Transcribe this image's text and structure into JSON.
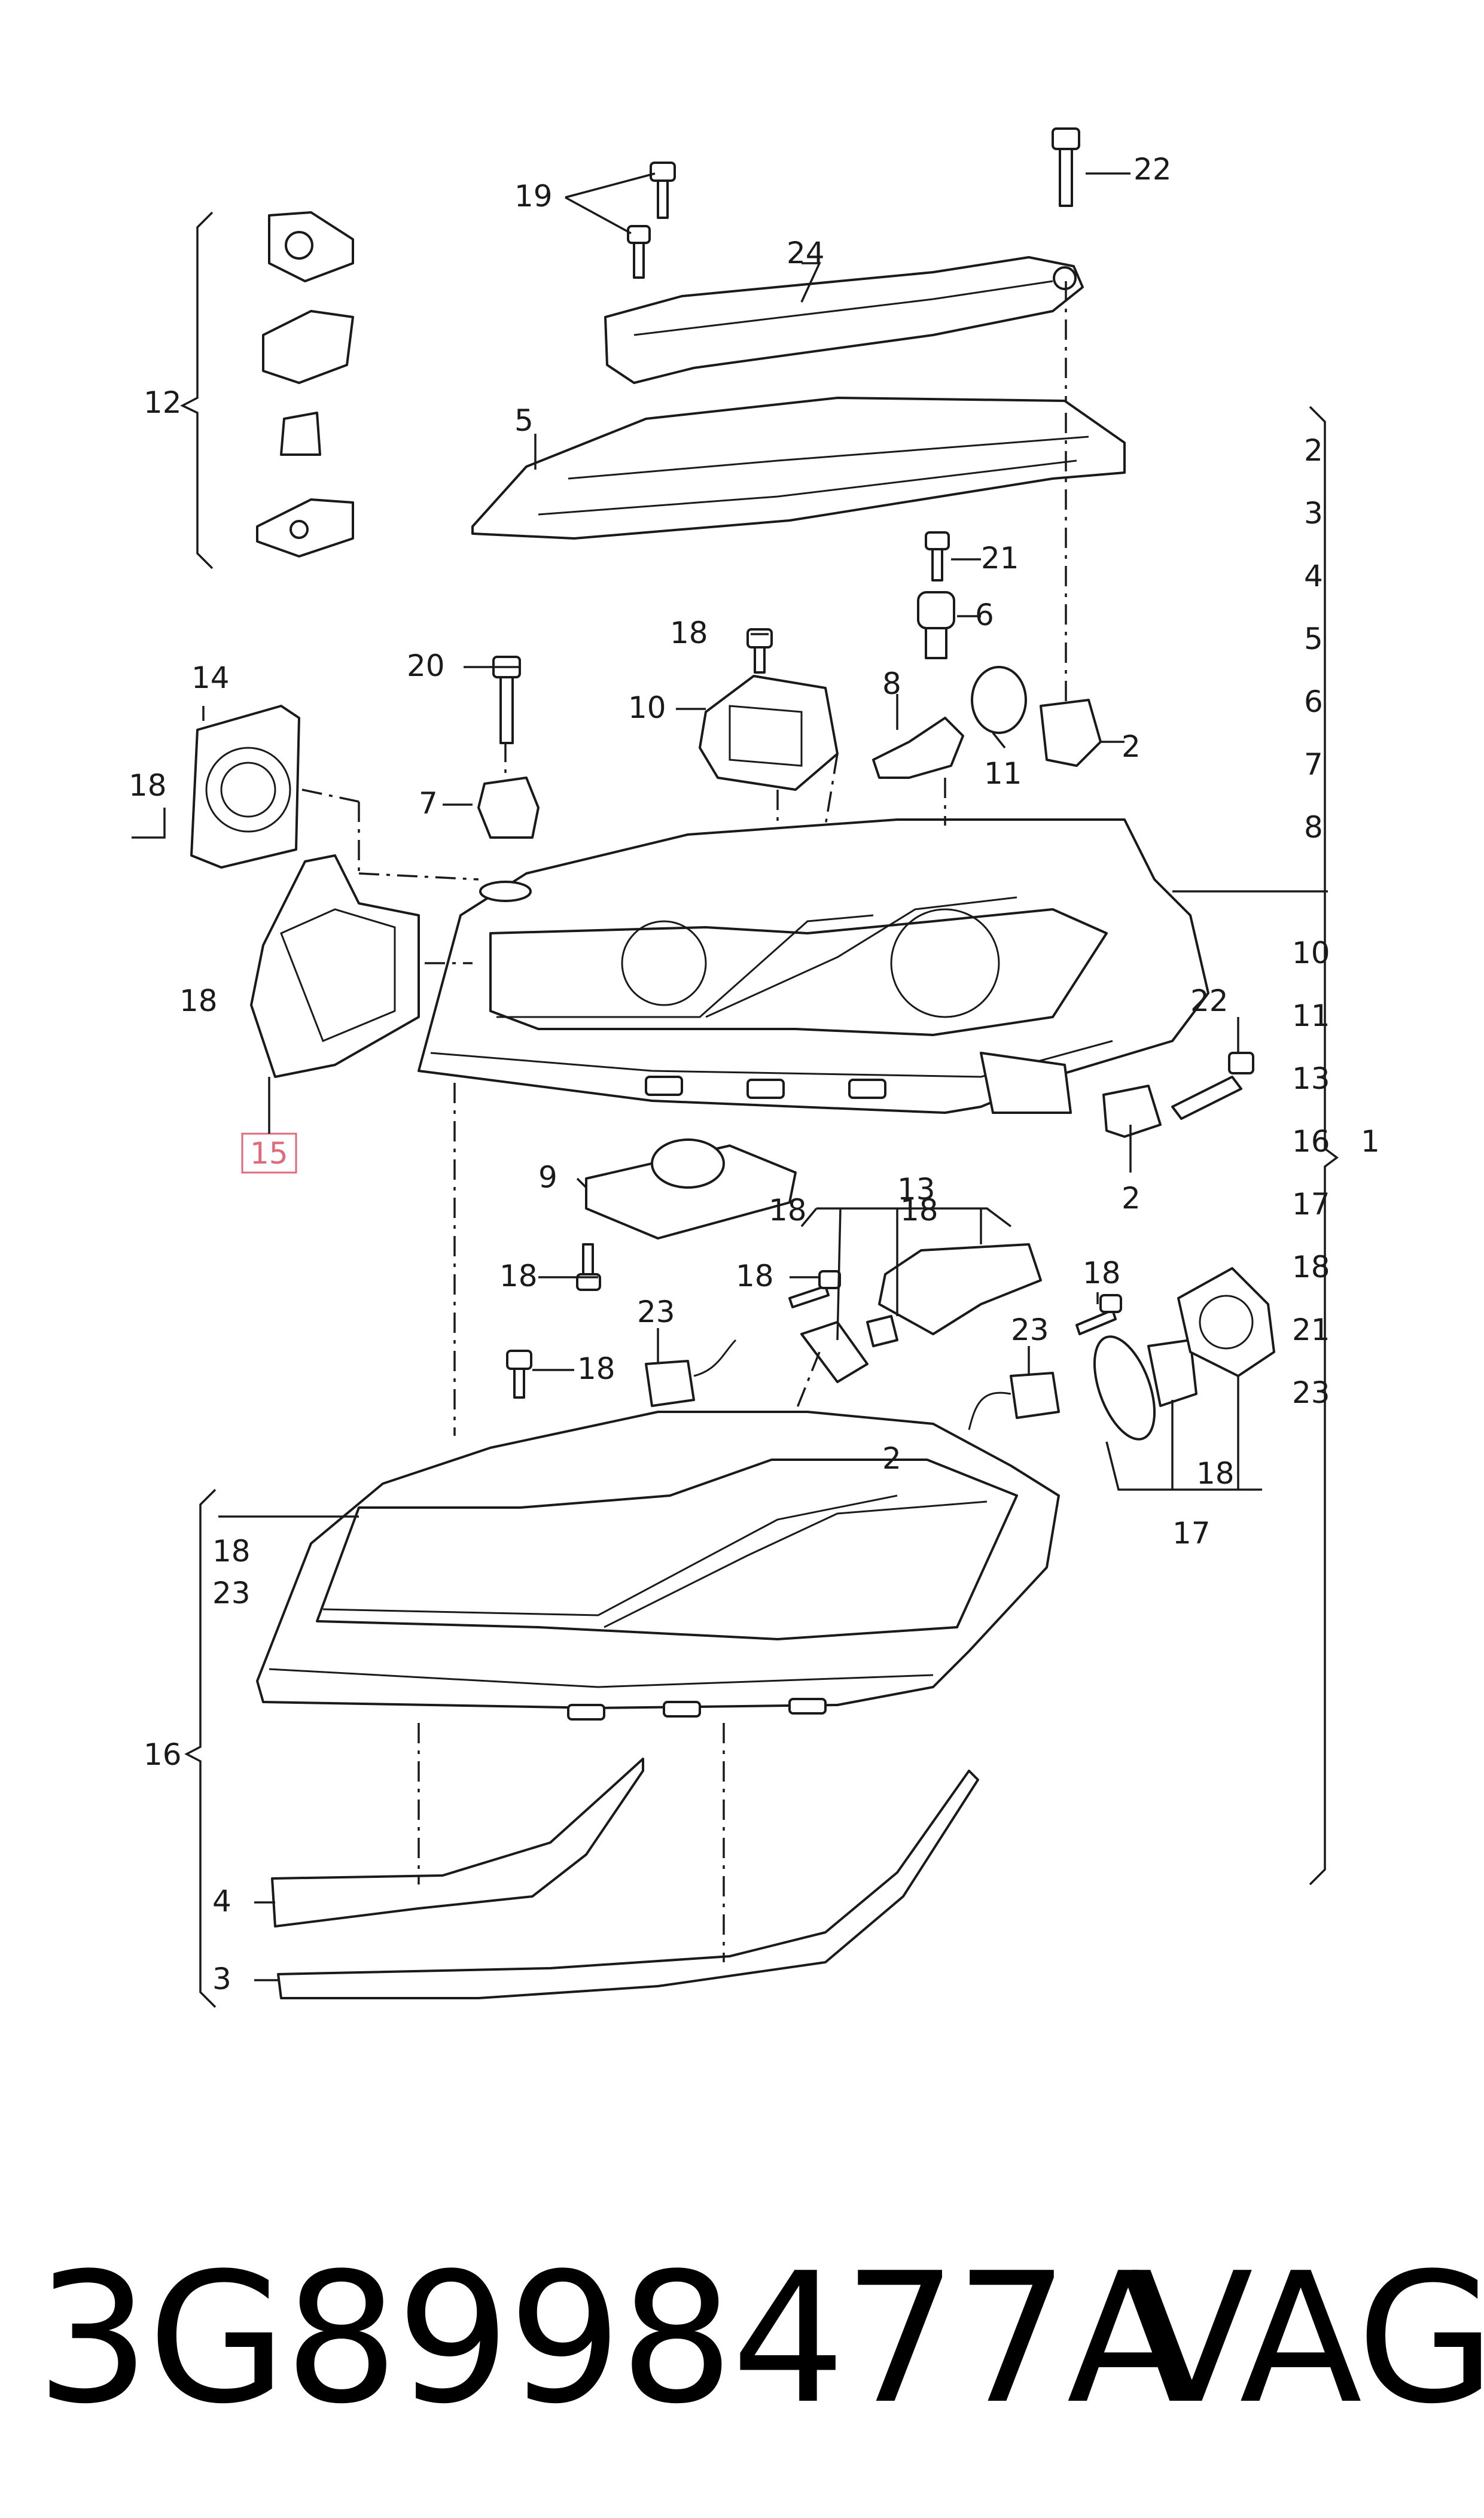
{
  "callouts": {
    "c2a": "2",
    "c2b": "2",
    "c2r": "2",
    "c3a": "3",
    "c3r": "3",
    "c4a": "4",
    "c4r": "4",
    "c5a": "5",
    "c5r": "5",
    "c6a": "6",
    "c6r": "6",
    "c7a": "7",
    "c7r": "7",
    "c8a": "8",
    "c8r": "8",
    "c9": "9",
    "c10a": "10",
    "c10r": "10",
    "c11a": "11",
    "c11r": "11",
    "c12": "12",
    "c13a": "13",
    "c13r": "13",
    "c14": "14",
    "c15": "15",
    "c16a": "16",
    "c16r": "16",
    "c17a": "17",
    "c17r": "17",
    "c18a": "18",
    "c18b": "18",
    "c18c": "18",
    "c18d": "18",
    "c18e": "18",
    "c18f": "18",
    "c18g": "18",
    "c18h": "18",
    "c18i": "18",
    "c18j": "18",
    "c18k": "18",
    "c18r": "18",
    "c19": "19",
    "c20": "20",
    "c21a": "21",
    "c21r": "21",
    "c22a": "22",
    "c22b": "22",
    "c23a": "23",
    "c23b": "23",
    "c23c": "23",
    "c23r": "23",
    "c24": "24",
    "c1": "1"
  },
  "highlight": {
    "part": "15",
    "color": "#e06a7a"
  },
  "footer": {
    "part_number": "3G8998477A",
    "brand": "VAG"
  }
}
